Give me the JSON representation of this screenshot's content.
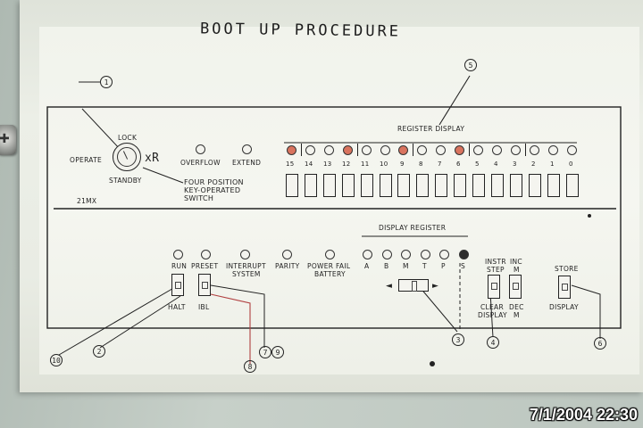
{
  "photo": {
    "title": "BOOT UP PROCEDURE",
    "timestamp": "7/1/2004 22:30"
  },
  "key_switch": {
    "positions": [
      "OPERATE",
      "LOCK",
      "STANDBY"
    ],
    "description": [
      "FOUR POSITION",
      "KEY-OPERATED",
      "SWITCH"
    ],
    "note": "xR",
    "model": "21MX"
  },
  "indicators_top": [
    "OVERFLOW",
    "EXTEND"
  ],
  "register_display": {
    "label": "REGISTER DISPLAY",
    "bits": [
      "15",
      "14",
      "13",
      "12",
      "11",
      "10",
      "9",
      "8",
      "7",
      "6",
      "5",
      "4",
      "3",
      "2",
      "1",
      "0"
    ],
    "lit_bits": [
      "15",
      "12",
      "9",
      "6"
    ]
  },
  "display_register": {
    "label": "DISPLAY REGISTER",
    "letters": [
      "A",
      "B",
      "M",
      "T",
      "P",
      "S"
    ],
    "selected": "S"
  },
  "lower_controls": {
    "run": "RUN",
    "halt": "HALT",
    "preset": "PRESET",
    "ibl": "IBL",
    "interrupt": [
      "INTERRUPT",
      "SYSTEM"
    ],
    "parity": "PARITY",
    "power_fail": [
      "POWER FAIL",
      "BATTERY"
    ],
    "instr_step": [
      "INSTR",
      "STEP"
    ],
    "clear_display": [
      "CLEAR",
      "DISPLAY"
    ],
    "inc_m": [
      "INC",
      "M"
    ],
    "dec_m": [
      "DEC",
      "M"
    ],
    "store": "STORE",
    "display": "DISPLAY"
  },
  "callouts": {
    "c1": "1",
    "c2": "2",
    "c3": "3",
    "c4": "4",
    "c5": "5",
    "c6": "6",
    "c7": "7",
    "c8": "8",
    "c9": "9",
    "c10": "10"
  },
  "arrows": {
    "left": "◄",
    "right": "►"
  },
  "colors": {
    "lit_lamp": "#d9735e",
    "selected_lamp": "#2d2d2d",
    "panel": "#f3f4ee"
  }
}
